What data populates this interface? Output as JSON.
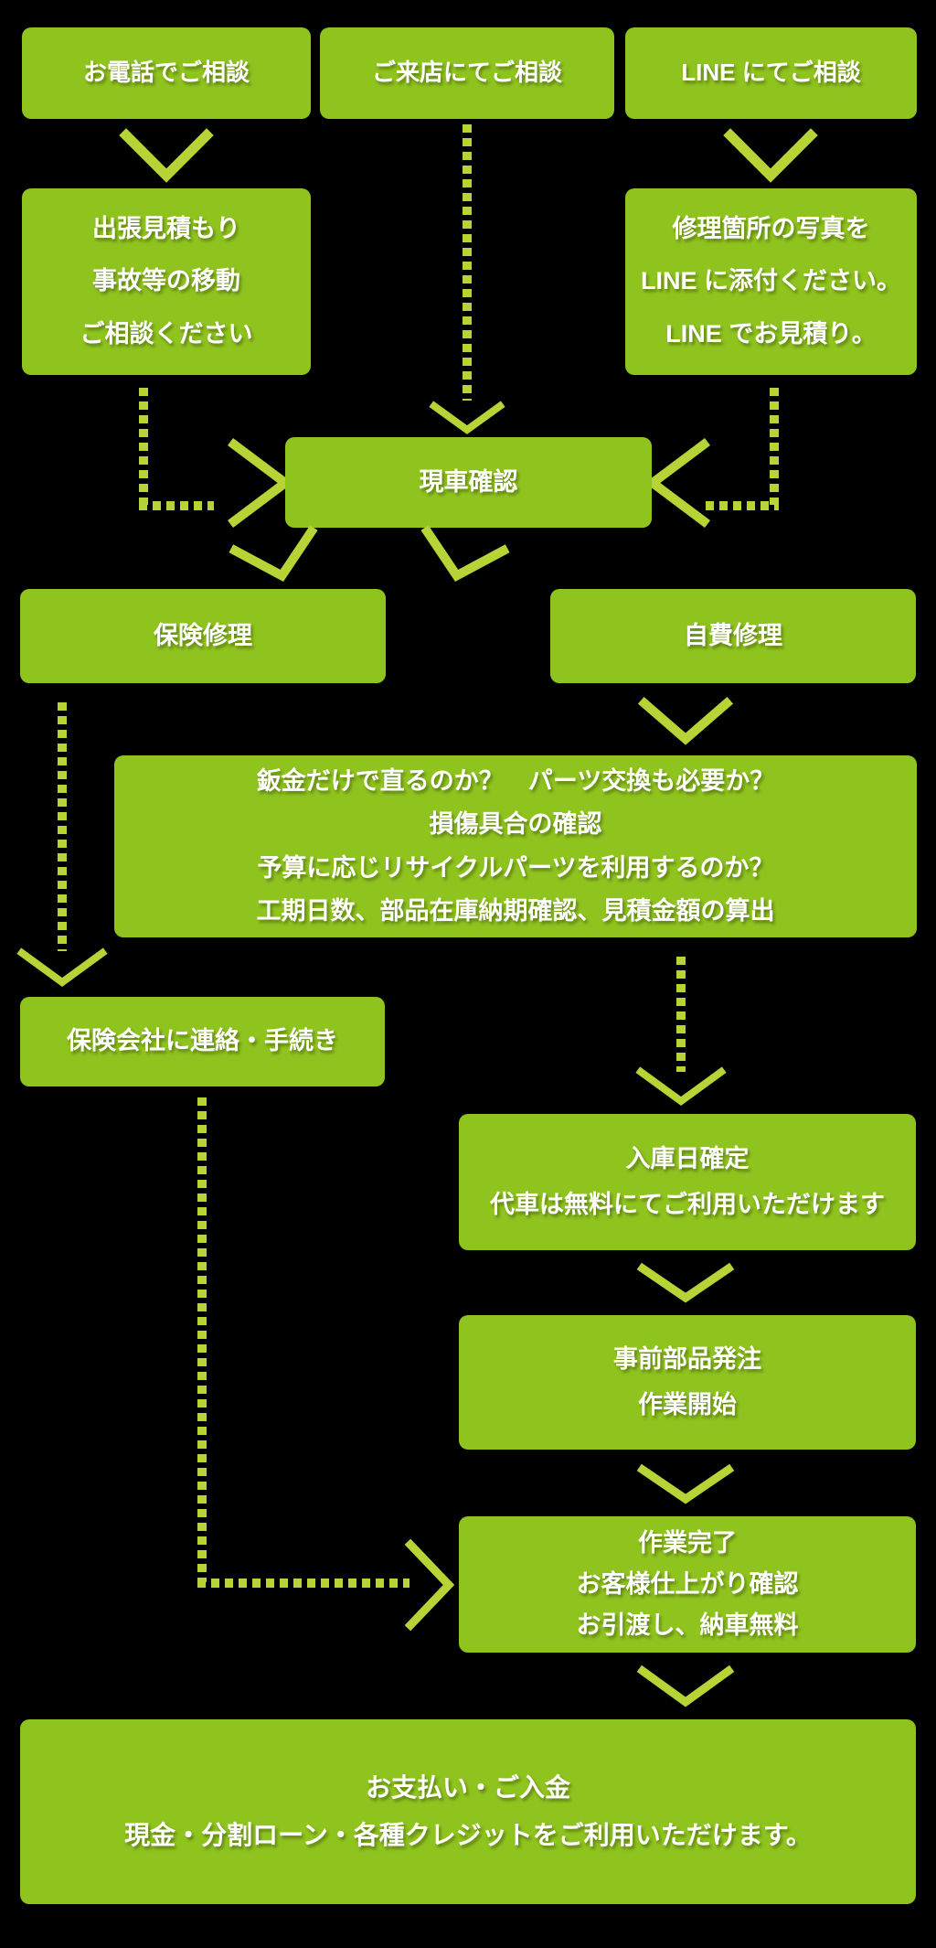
{
  "colors": {
    "background": "#000000",
    "box_fill": "#8fc31e",
    "arrow": "#b7d437",
    "text": "#ffffff"
  },
  "flow": {
    "entry_tel": {
      "label": "お電話でご相談"
    },
    "entry_visit": {
      "label": "ご来店にてご相談"
    },
    "entry_line": {
      "label": "LINE にてご相談"
    },
    "onsite_estimate": {
      "lines": [
        "出張見積もり",
        "事故等の移動",
        "ご相談ください"
      ]
    },
    "line_photo": {
      "lines": [
        "修理箇所の写真を",
        "LINE に添付ください。",
        "LINE でお見積り。"
      ]
    },
    "vehicle_check": {
      "label": "現車確認"
    },
    "insurance_repair": {
      "label": "保険修理"
    },
    "self_pay_repair": {
      "label": "自費修理"
    },
    "assessment": {
      "lines": [
        "鈑金だけで直るのか？　パーツ交換も必要か？",
        "損傷具合の確認",
        "予算に応じリサイクルパーツを利用するのか？",
        "工期日数、部品在庫納期確認、見積金額の算出"
      ]
    },
    "insurance_contact": {
      "label": "保険会社に連絡・手続き"
    },
    "checkin_date": {
      "lines": [
        "入庫日確定",
        "代車は無料にてご利用いただけます"
      ]
    },
    "parts_order": {
      "lines": [
        "事前部品発注",
        "作業開始"
      ]
    },
    "work_complete": {
      "lines": [
        "作業完了",
        "お客様仕上がり確認",
        "お引渡し、納車無料"
      ]
    },
    "payment": {
      "lines": [
        "お支払い・ご入金",
        "現金・分割ローン・各種クレジットをご利用いただけます。"
      ]
    }
  }
}
